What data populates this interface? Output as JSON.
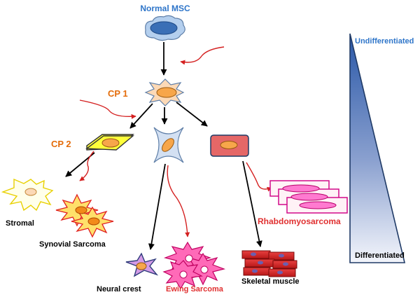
{
  "labels": {
    "normal_msc": "Normal MSC",
    "cp1": "CP 1",
    "cp2": "CP 2",
    "stromal": "Stromal",
    "synovial_sarcoma": "Synovial Sarcoma",
    "neural_crest": "Neural crest",
    "ewing_sarcoma": "Ewing Sarcoma",
    "skeletal_muscle": "Skeletal muscle",
    "rhabdomyosarcoma": "Rhabdomyosarcoma",
    "undifferentiated": "Undifferentiated",
    "differentiated": "Differentiated"
  },
  "colors": {
    "title_blue": "#2e75c9",
    "cp_orange": "#e46c0a",
    "tumor_red": "#e03030",
    "black": "#000000"
  }
}
